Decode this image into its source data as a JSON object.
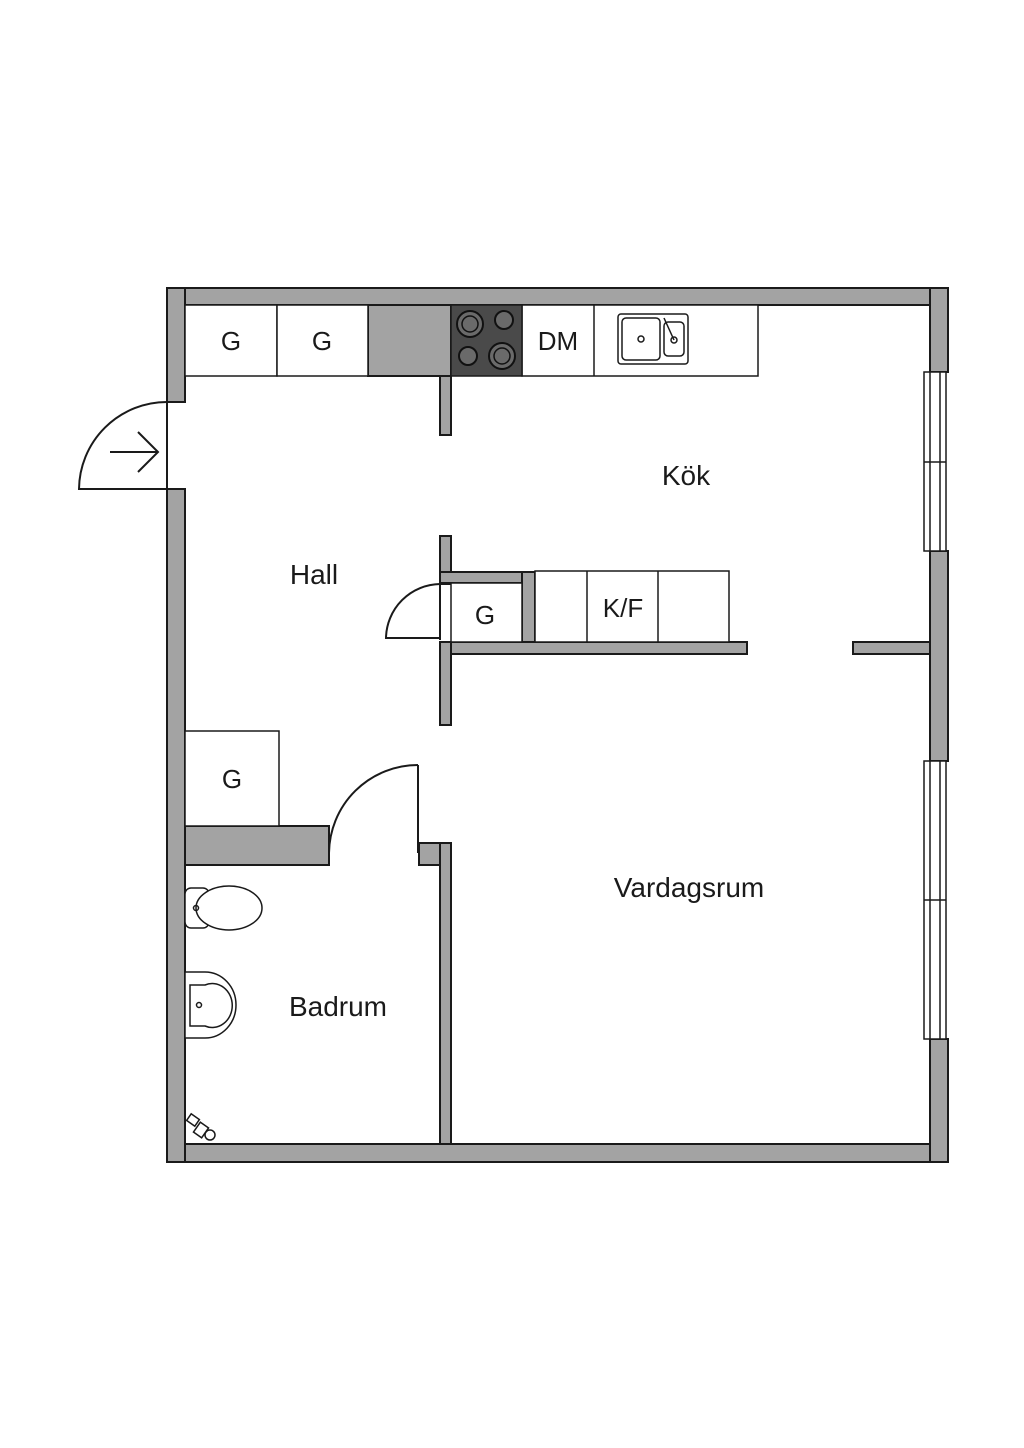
{
  "rooms": {
    "kitchen": "Kök",
    "hall": "Hall",
    "living": "Vardagsrum",
    "bath": "Badrum"
  },
  "fixtures": {
    "wardrobe": "G",
    "dishwasher": "DM",
    "fridge_freezer": "K/F"
  },
  "colors": {
    "wall": "#a3a3a3",
    "line": "#1a1a1a",
    "stove": "#4a4a4a"
  },
  "icons": [
    "entry-arrow-icon",
    "stove-icon",
    "sink-icon",
    "toilet-icon",
    "washbasin-icon",
    "floor-drain-icon"
  ]
}
